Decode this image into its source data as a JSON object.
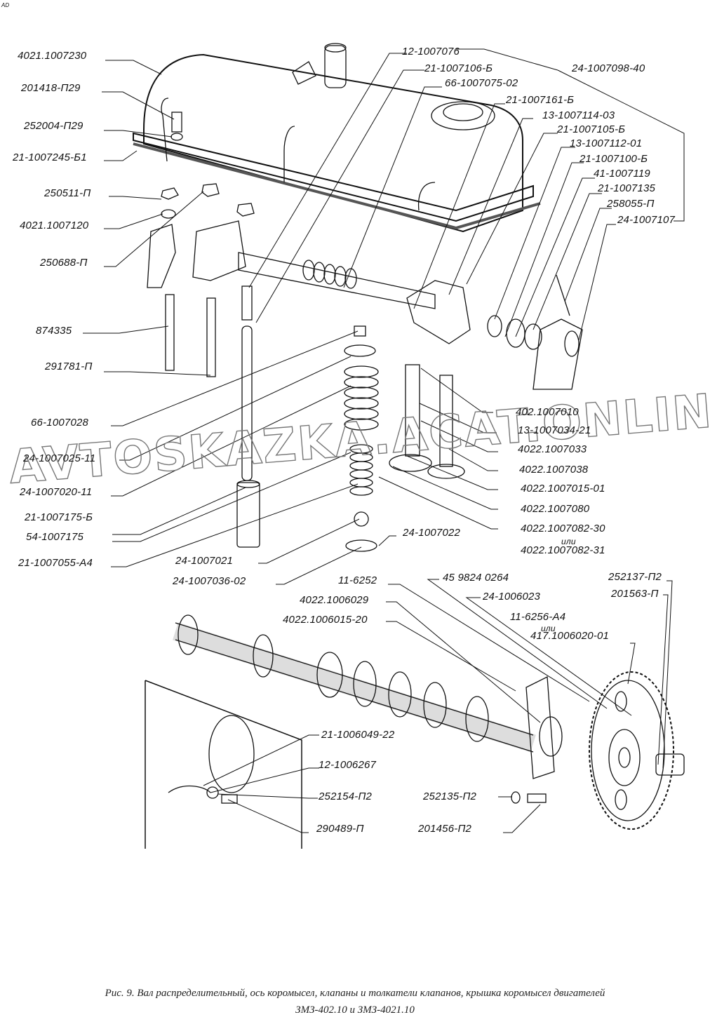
{
  "corner_mark": "AD",
  "watermark": "AVTOSKAZKA.ACAT.ONLINE",
  "caption": {
    "line1": "Рис. 9. Вал распределительный, ось коромысел, клапаны и толкатели клапанов, крышка коромысел двигателей",
    "line2": "ЗМЗ-402.10 и ЗМЗ-4021.10"
  },
  "labels": {
    "l4021_1007230": "4021.1007230",
    "l201418": "201418-П29",
    "l252004": "252004-П29",
    "l21_1007245": "21-1007245-Б1",
    "l250511": "250511-П",
    "l4021_1007120": "4021.1007120",
    "l250688": "250688-П",
    "l874335": "874335",
    "l291781": "291781-П",
    "l66_1007028": "66-1007028",
    "l24_1007025": "24-1007025-11",
    "l24_1007020": "24-1007020-11",
    "l21_1007175": "21-1007175-Б",
    "l54_1007175": "54-1007175",
    "l21_1007055": "21-1007055-А4",
    "l24_1007021": "24-1007021",
    "l24_1007036": "24-1007036-02",
    "l12_1007076": "12-1007076",
    "l21_1007106": "21-1007106-Б",
    "l66_1007075": "66-1007075-02",
    "l21_1007161": "21-1007161-Б",
    "l13_1007114": "13-1007114-03",
    "l21_1007105": "21-1007105-Б",
    "l13_1007112": "13-1007112-01",
    "l21_1007100": "21-1007100-Б",
    "l41_1007119": "41-1007119",
    "l21_1007135": "21-1007135",
    "l258055": "258055-П",
    "l24_1007107": "24-1007107",
    "l24_1007098": "24-1007098-40",
    "l402_1007010": "402.1007010",
    "l13_1007034": "13-1007034-21",
    "l4022_1007033": "4022.1007033",
    "l4022_1007038": "4022.1007038",
    "l4022_1007015": "4022.1007015-01",
    "l4022_1007080": "4022.1007080",
    "l4022_1007082_30": "4022.1007082-30",
    "or1": "или",
    "l4022_1007082_31": "4022.1007082-31",
    "l24_1007022": "24-1007022",
    "l11_6252": "11-6252",
    "l45_9824": "45 9824 0264",
    "l24_1006023": "24-1006023",
    "l4022_1006029": "4022.1006029",
    "l4022_1006015": "4022.1006015-20",
    "l11_6256": "11-6256-А4",
    "or2": "или",
    "l417_1006020": "417.1006020-01",
    "l252137": "252137-П2",
    "l201563": "201563-П",
    "l21_1006049": "21-1006049-22",
    "l12_1006267": "12-1006267",
    "l252154": "252154-П2",
    "l290489": "290489-П",
    "l252135": "252135-П2",
    "l201456": "201456-П2"
  }
}
